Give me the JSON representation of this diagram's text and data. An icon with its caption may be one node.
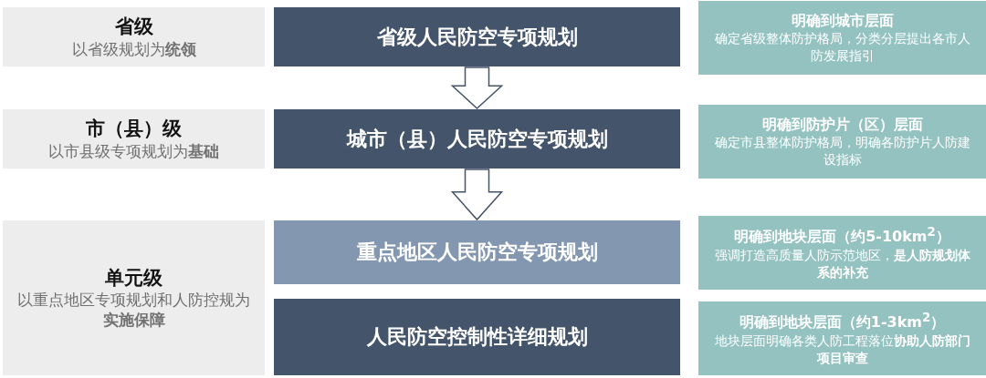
{
  "diagram": {
    "nodes": [
      {
        "text": [
          "省级",
          "以省级规划为**统领**"
        ]
      },
      {
        "text": [
          "省级人民防空专项规划"
        ]
      },
      {
        "text": [
          "明确到**城市层面**",
          "确定省级整体防护格局，分类分层提出各市人防发展指引"
        ]
      },
      {
        "text": [
          "市（县）级",
          "以市县级专项规划为**基础**"
        ]
      },
      {
        "text": [
          "城市（县）人民防空专项规划"
        ]
      },
      {
        "text": [
          "明确到**防护片（区）层面**",
          "确定市县整体防护格局，明确各防护片人防建设指标"
        ]
      },
      {
        "text": [
          "单元级",
          "以重点地区专项规划和人防控规为**实施保障**"
        ]
      },
      {
        "text": [
          "重点地区人民防空专项规划"
        ]
      },
      {
        "text": [
          "明确到**地块层面**（约5-10km$^{2}$）",
          "强调打造高质量人防示范地区，**是人防规划体系的补充**"
        ]
      },
      {
        "text": [
          "人民防空控制性详细规划"
        ]
      },
      {
        "text": [
          "明确到**地块层面**（约1-3km$^{2}$）",
          "地块层面明确各类人防工程落位**协助人防部门项目审查**"
        ]
      }
    ],
    "edges": [
      {
        "from": 1,
        "to": 4,
        "arrow": "to"
      },
      {
        "from": 4,
        "to": 7,
        "arrow": "to"
      }
    ]
  }
}
